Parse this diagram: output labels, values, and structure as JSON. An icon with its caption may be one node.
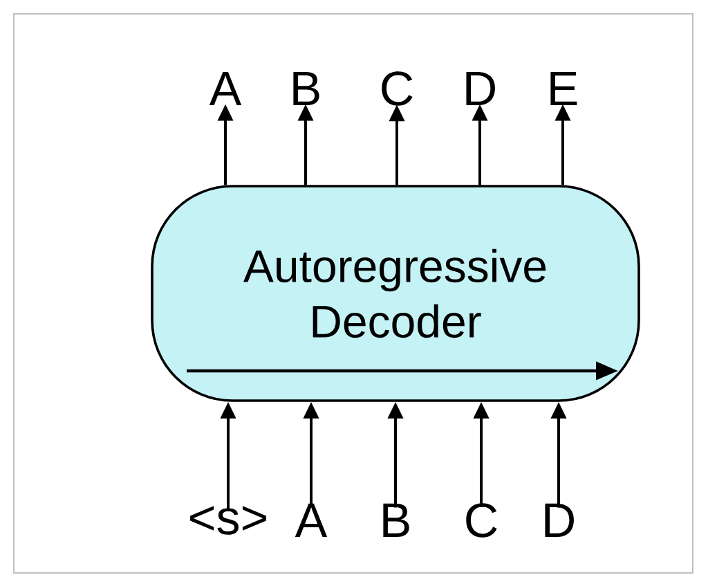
{
  "diagram": {
    "nodes": [
      {
        "text": [
          "Autoregressive Decoder"
        ]
      },
      {
        "text": [
          "A"
        ]
      },
      {
        "text": [
          "B"
        ]
      },
      {
        "text": [
          "C"
        ]
      },
      {
        "text": [
          "D"
        ]
      },
      {
        "text": [
          "E"
        ]
      },
      {
        "text": [
          "<s>"
        ]
      },
      {
        "text": [
          "A"
        ]
      },
      {
        "text": [
          "B"
        ]
      },
      {
        "text": [
          "C"
        ]
      },
      {
        "text": [
          "D"
        ]
      }
    ],
    "edges": [
      {
        "from": 0,
        "to": 1,
        "arrow": "to"
      },
      {
        "from": 0,
        "to": 2,
        "arrow": "to"
      },
      {
        "from": 0,
        "to": 3,
        "arrow": "to"
      },
      {
        "from": 0,
        "to": 4,
        "arrow": "to"
      },
      {
        "from": 0,
        "to": 5,
        "arrow": "to"
      },
      {
        "from": 6,
        "to": 0,
        "arrow": "to"
      },
      {
        "from": 7,
        "to": 0,
        "arrow": "to"
      },
      {
        "from": 8,
        "to": 0,
        "arrow": "to"
      },
      {
        "from": 9,
        "to": 0,
        "arrow": "to"
      },
      {
        "from": 10,
        "to": 0,
        "arrow": "to"
      }
    ]
  }
}
